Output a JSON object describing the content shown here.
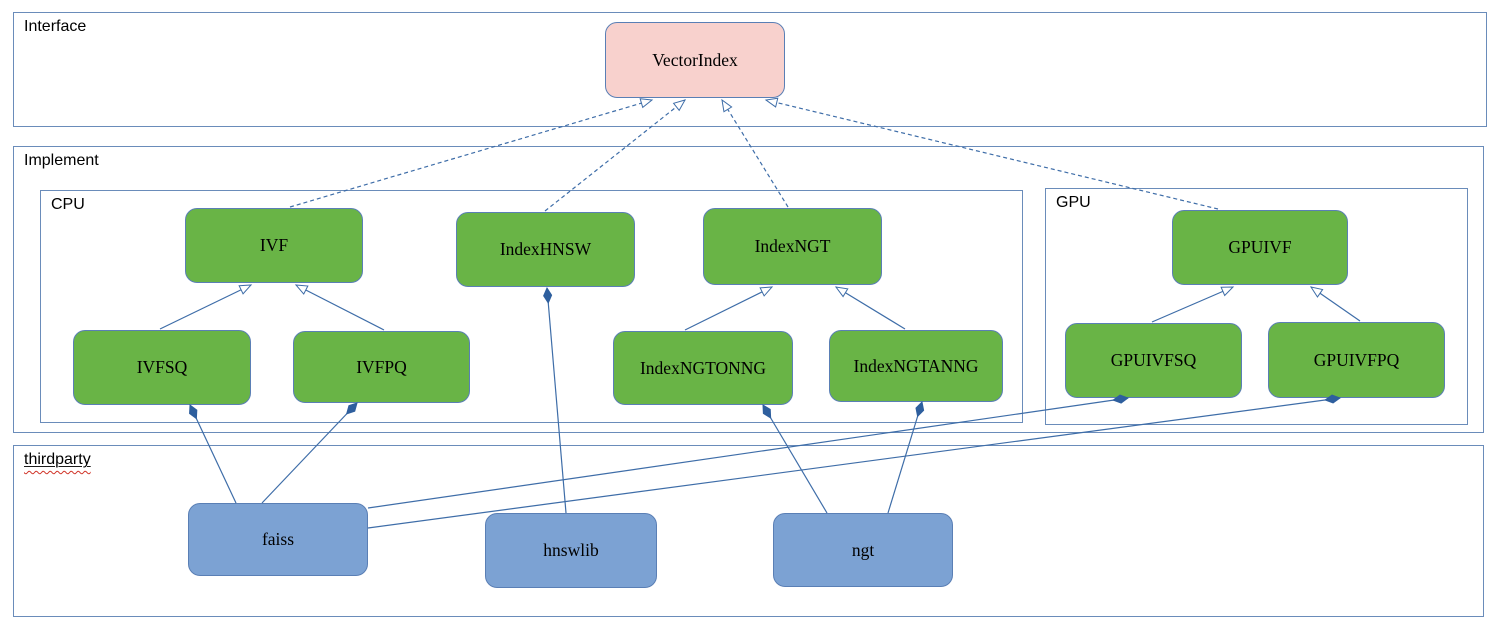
{
  "containers": {
    "interface": {
      "label": "Interface"
    },
    "implement": {
      "label": "Implement"
    },
    "cpu": {
      "label": "CPU"
    },
    "gpu": {
      "label": "GPU"
    },
    "thirdparty": {
      "label": "thirdparty"
    }
  },
  "nodes": {
    "vectorindex": {
      "label": "VectorIndex",
      "container": "interface",
      "kind": "interface"
    },
    "ivf": {
      "label": "IVF",
      "container": "cpu",
      "kind": "class"
    },
    "indexhnsw": {
      "label": "IndexHNSW",
      "container": "cpu",
      "kind": "class"
    },
    "indexngt": {
      "label": "IndexNGT",
      "container": "cpu",
      "kind": "class"
    },
    "ivfsq": {
      "label": "IVFSQ",
      "container": "cpu",
      "kind": "class"
    },
    "ivfpq": {
      "label": "IVFPQ",
      "container": "cpu",
      "kind": "class"
    },
    "indexngtonng": {
      "label": "IndexNGTONNG",
      "container": "cpu",
      "kind": "class"
    },
    "indexngtanng": {
      "label": "IndexNGTANNG",
      "container": "cpu",
      "kind": "class"
    },
    "gpuivf": {
      "label": "GPUIVF",
      "container": "gpu",
      "kind": "class"
    },
    "gpuivfsq": {
      "label": "GPUIVFSQ",
      "container": "gpu",
      "kind": "class"
    },
    "gpuivfpq": {
      "label": "GPUIVFPQ",
      "container": "gpu",
      "kind": "class"
    },
    "faiss": {
      "label": "faiss",
      "container": "thirdparty",
      "kind": "library"
    },
    "hnswlib": {
      "label": "hnswlib",
      "container": "thirdparty",
      "kind": "library"
    },
    "ngt": {
      "label": "ngt",
      "container": "thirdparty",
      "kind": "library"
    }
  },
  "edges": [
    {
      "from": "ivf",
      "to": "vectorindex",
      "type": "realization",
      "line": "dashed",
      "marker": "hollow-triangle-at-target"
    },
    {
      "from": "indexhnsw",
      "to": "vectorindex",
      "type": "realization",
      "line": "dashed",
      "marker": "hollow-triangle-at-target"
    },
    {
      "from": "indexngt",
      "to": "vectorindex",
      "type": "realization",
      "line": "dashed",
      "marker": "hollow-triangle-at-target"
    },
    {
      "from": "gpuivf",
      "to": "vectorindex",
      "type": "realization",
      "line": "dashed",
      "marker": "hollow-triangle-at-target"
    },
    {
      "from": "ivfsq",
      "to": "ivf",
      "type": "generalization",
      "line": "solid",
      "marker": "hollow-triangle-at-target"
    },
    {
      "from": "ivfpq",
      "to": "ivf",
      "type": "generalization",
      "line": "solid",
      "marker": "hollow-triangle-at-target"
    },
    {
      "from": "indexngtonng",
      "to": "indexngt",
      "type": "generalization",
      "line": "solid",
      "marker": "hollow-triangle-at-target"
    },
    {
      "from": "indexngtanng",
      "to": "indexngt",
      "type": "generalization",
      "line": "solid",
      "marker": "hollow-triangle-at-target"
    },
    {
      "from": "gpuivfsq",
      "to": "gpuivf",
      "type": "generalization",
      "line": "solid",
      "marker": "hollow-triangle-at-target"
    },
    {
      "from": "gpuivfpq",
      "to": "gpuivf",
      "type": "generalization",
      "line": "solid",
      "marker": "hollow-triangle-at-target"
    },
    {
      "from": "ivfsq",
      "to": "faiss",
      "type": "composition",
      "line": "solid",
      "marker": "filled-diamond-at-source"
    },
    {
      "from": "ivfpq",
      "to": "faiss",
      "type": "composition",
      "line": "solid",
      "marker": "filled-diamond-at-source"
    },
    {
      "from": "indexhnsw",
      "to": "hnswlib",
      "type": "composition",
      "line": "solid",
      "marker": "filled-diamond-at-source"
    },
    {
      "from": "indexngtonng",
      "to": "ngt",
      "type": "composition",
      "line": "solid",
      "marker": "filled-diamond-at-source"
    },
    {
      "from": "indexngtanng",
      "to": "ngt",
      "type": "composition",
      "line": "solid",
      "marker": "filled-diamond-at-source"
    },
    {
      "from": "gpuivfsq",
      "to": "faiss",
      "type": "composition",
      "line": "solid",
      "marker": "filled-diamond-at-source"
    },
    {
      "from": "gpuivfpq",
      "to": "faiss",
      "type": "composition",
      "line": "solid",
      "marker": "filled-diamond-at-source"
    }
  ],
  "colors": {
    "container_border": "#6a8cba",
    "node_border": "#5a7fb5",
    "edge": "#3e6da8",
    "interface_fill": "#f8d1cd",
    "implementation_fill": "#69b446",
    "library_fill": "#7ca2d3",
    "text": "#000000",
    "spellcheck_wave": "#d03226"
  }
}
